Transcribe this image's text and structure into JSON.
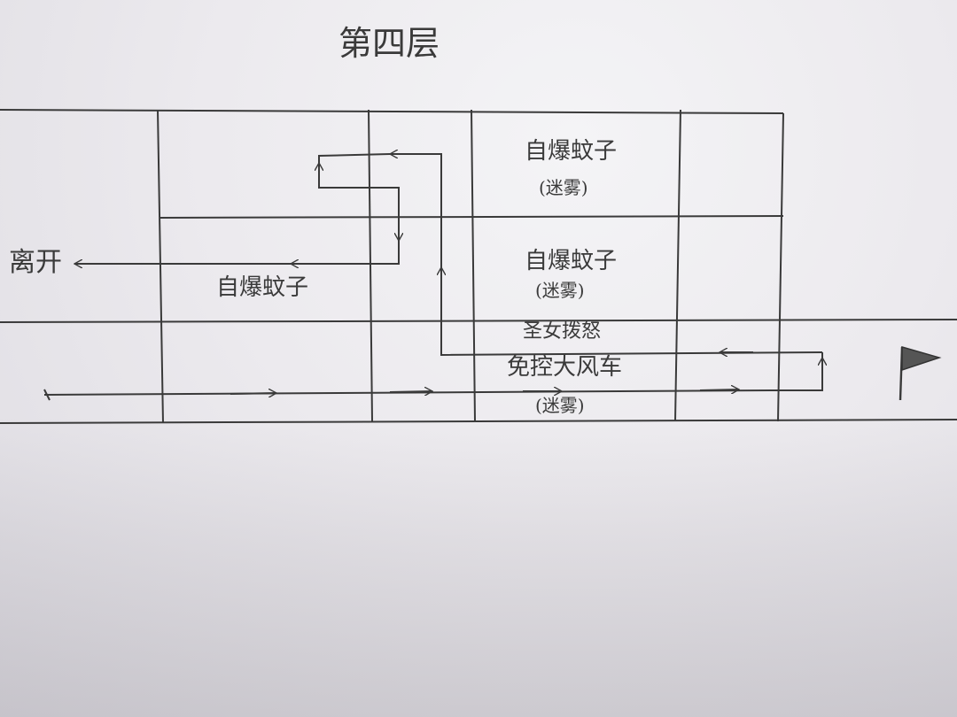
{
  "title": "第四层",
  "exit_label": "离开",
  "rooms": [
    {
      "name": "自爆蚊子",
      "note": "(迷雾)"
    },
    {
      "name": "自爆蚊子",
      "note": "(迷雾)"
    },
    {
      "name": "自爆蚊子"
    },
    {
      "name": "圣女拨怒"
    },
    {
      "name": "免控大风车",
      "note": "(迷雾)"
    }
  ],
  "icons": {
    "goal": "flag-icon"
  },
  "colors": {
    "ink": "#3a3a3a",
    "paper": "#eceaee",
    "flag": "#555555"
  }
}
